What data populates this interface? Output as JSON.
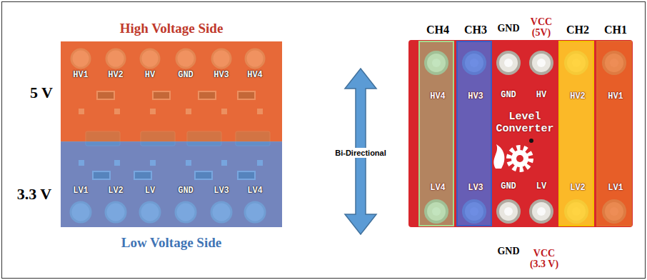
{
  "diagram": {
    "nodes": [
      {
        "text": [
          "High Voltage Side",
          "HV1",
          "HV2",
          "HV",
          "GND",
          "HV3",
          "HV4"
        ]
      },
      {
        "text": [
          "Low Voltage Side",
          "LV1",
          "LV2",
          "LV",
          "GND",
          "LV3",
          "LV4"
        ]
      },
      {
        "text": [
          "GND",
          "HV",
          "Level Converter",
          "GND",
          "LV"
        ]
      },
      {
        "text": [
          "CH4",
          "HV4",
          "LV4"
        ],
        "in": 2
      },
      {
        "text": [
          "CH3",
          "HV3",
          "LV3"
        ],
        "in": 2
      },
      {
        "text": [
          "CH2",
          "HV2",
          "LV2"
        ],
        "in": 2
      },
      {
        "text": [
          "CH1",
          "HV1",
          "LV1"
        ],
        "in": 2
      }
    ],
    "labels": [
      "5 V",
      "3.3 V",
      "Bi-Directional",
      "GND",
      "VCC (5V)",
      "GND",
      "VCC (3.3 V)"
    ]
  }
}
